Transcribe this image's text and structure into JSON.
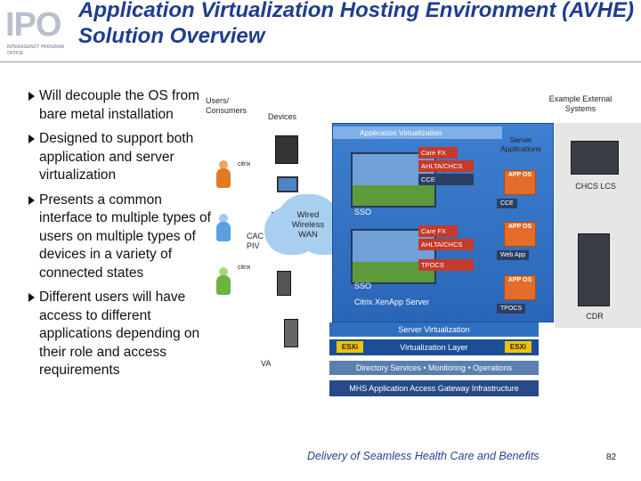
{
  "logo": {
    "text": "IPO",
    "subtitle": "INTERAGENCY PROGRAM OFFICE"
  },
  "title": "Application Virtualization Hosting Environment (AVHE) Solution Overview",
  "bullets": [
    "Will decouple the OS from bare metal installation",
    "Designed to support both application and server virtualization",
    "Presents a common interface to multiple types of users on multiple types of devices in a variety of connected states",
    "Different users will have access to different applications depending on their role and access requirements"
  ],
  "diagram": {
    "users_label": "Users/ Consumers",
    "devices_label": "Devices",
    "app_virt_label": "Application Virtualization",
    "server_apps_label": "Server Applications",
    "external_label": "Example External Systems",
    "carefx_1": "Care FX",
    "ahltaa_1": "AHLTA/CHCS",
    "cce_1": "CCE",
    "sso_1": "SSO",
    "carefx_2": "Care FX",
    "ahlta_2": "AHLTA/CHCS",
    "tpocs_1": "TPOCS",
    "sso_2": "SSO",
    "citrix": "Citrix XenApp Server",
    "app_os_1": "APP OS",
    "app_os_2": "APP OS",
    "app_os_3": "APP OS",
    "cce_srv": "CCE",
    "webapp_srv": "Web App",
    "tpocs_srv": "TPOCS",
    "wired_label": "Wired Wireless WAN",
    "cac_label": "CAC PIV",
    "va_label": "VA",
    "chcs_label": "CHCS LCS",
    "cdr_label": "CDR",
    "citrix_badge_1": "citrix",
    "citrix_badge_2": "citrix",
    "server_virt": "Server Virtualization",
    "esxi_left": "ESXi",
    "virt_layer": "Virtualization Layer",
    "esxi_right": "ESXi",
    "dir_services": "Directory Services • Monitoring • Operations",
    "mhs_gateway": "MHS Application Access Gateway Infrastructure"
  },
  "footer": "Delivery of Seamless Health Care and Benefits",
  "page_number": "82",
  "colors": {
    "title": "#1f3d8f",
    "panel_blue": "#3e7fd0",
    "app_orange": "#e36c2a",
    "esxi_yellow": "#f0c400"
  }
}
